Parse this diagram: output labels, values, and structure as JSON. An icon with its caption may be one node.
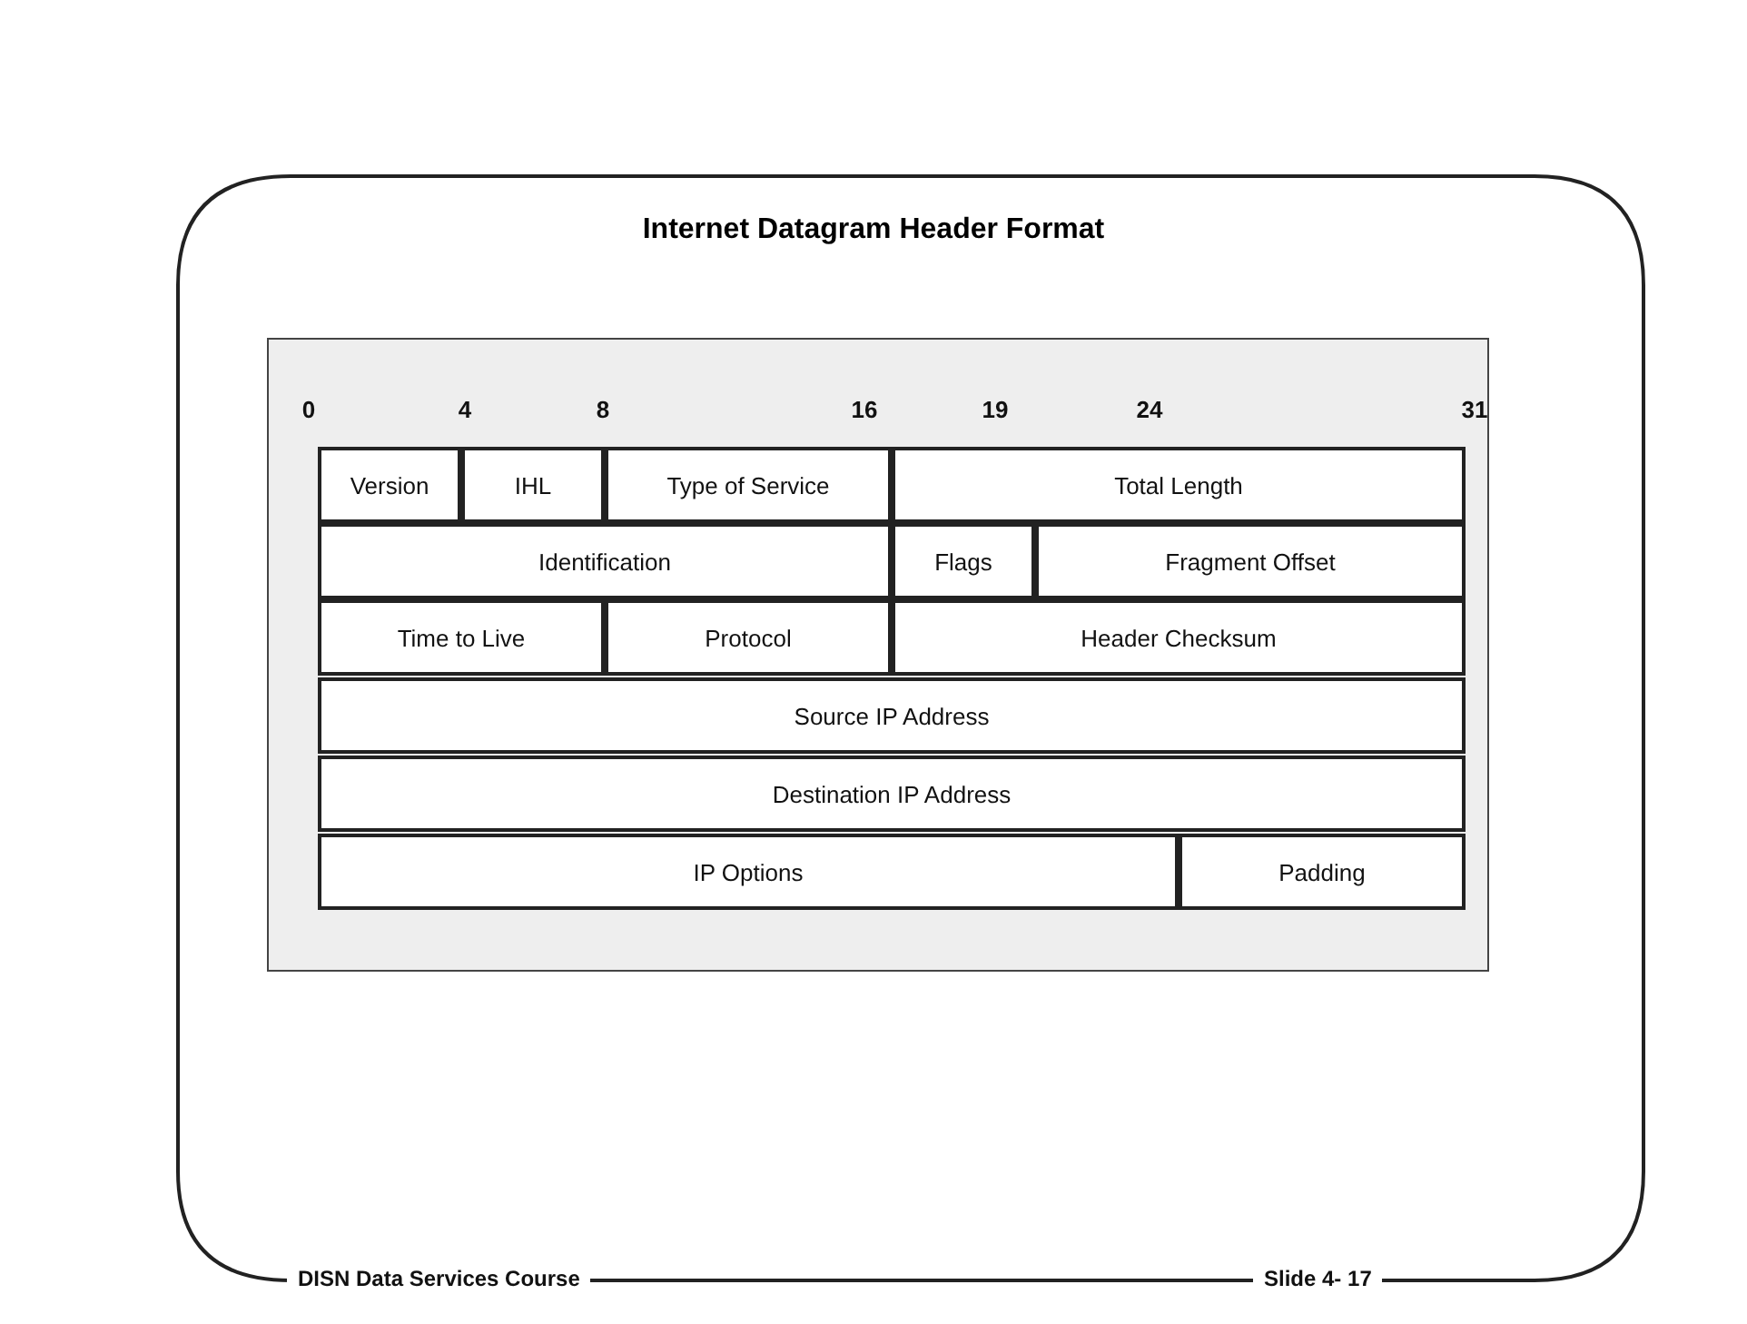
{
  "diagram": {
    "title": "Internet Datagram Header Format",
    "nodes": [
      {
        "text": [
          "Version"
        ]
      },
      {
        "text": [
          "IHL"
        ]
      },
      {
        "text": [
          "Type of Service"
        ]
      },
      {
        "text": [
          "Total Length"
        ]
      },
      {
        "text": [
          "Identification"
        ]
      },
      {
        "text": [
          "Flags"
        ]
      },
      {
        "text": [
          "Fragment Offset"
        ]
      },
      {
        "text": [
          "Time to Live"
        ]
      },
      {
        "text": [
          "Protocol"
        ]
      },
      {
        "text": [
          "Header Checksum"
        ]
      },
      {
        "text": [
          "Source IP Address"
        ]
      },
      {
        "text": [
          "Destination IP Address"
        ]
      },
      {
        "text": [
          "IP Options"
        ]
      },
      {
        "text": [
          "Padding"
        ]
      }
    ],
    "edges": [],
    "labels": [
      "0",
      "4",
      "8",
      "16",
      "19",
      "24",
      "31",
      "DISN Data Services Course",
      "Slide 4- 17"
    ]
  }
}
